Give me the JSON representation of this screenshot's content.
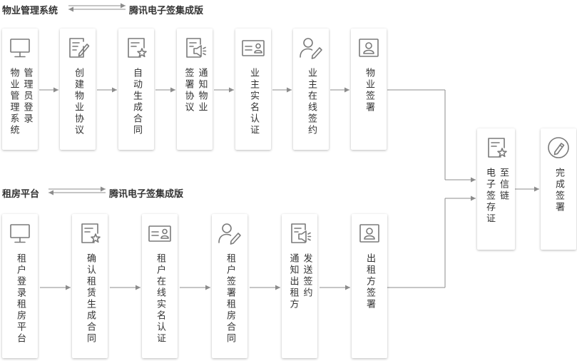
{
  "headers": {
    "property": {
      "left": "物业管理系统",
      "right": "腾讯电子签集成版"
    },
    "rental": {
      "left": "租房平台",
      "right": "腾讯电子签集成版"
    }
  },
  "property_steps": [
    {
      "icon": "monitor-icon",
      "cols": [
        "物业管理系统",
        "管理员登录"
      ]
    },
    {
      "icon": "document-edit-icon",
      "cols": [
        "创建物业协议"
      ]
    },
    {
      "icon": "document-star-icon",
      "cols": [
        "自动生成合同"
      ]
    },
    {
      "icon": "document-megaphone-icon",
      "cols": [
        "签署协议",
        "通知物业"
      ]
    },
    {
      "icon": "id-card-icon",
      "cols": [
        "业主实名认证"
      ]
    },
    {
      "icon": "user-edit-icon",
      "cols": [
        "业主在线签约"
      ]
    },
    {
      "icon": "badge-user-icon",
      "cols": [
        "物业签署"
      ]
    }
  ],
  "rental_steps": [
    {
      "icon": "monitor-icon",
      "cols": [
        "租户登录租房平台"
      ]
    },
    {
      "icon": "document-star-icon",
      "cols": [
        "确认租赁生成合同"
      ]
    },
    {
      "icon": "id-card-icon",
      "cols": [
        "租户在线实名认证"
      ]
    },
    {
      "icon": "user-edit-icon",
      "cols": [
        "租户签署租房合同"
      ]
    },
    {
      "icon": "document-megaphone-icon",
      "cols": [
        "通知出租方",
        "发送签约"
      ]
    },
    {
      "icon": "badge-user-icon",
      "cols": [
        "出租方签署"
      ]
    }
  ],
  "chain_step": {
    "icon": "document-star-icon",
    "cols": [
      "电子签存证",
      "至信链"
    ]
  },
  "final_step": {
    "icon": "edit-circle-icon",
    "cols": [
      "完成签署"
    ]
  },
  "colors": {
    "line": "#8c8c8c",
    "icon": "#7a7a7a",
    "text": "#333333"
  }
}
